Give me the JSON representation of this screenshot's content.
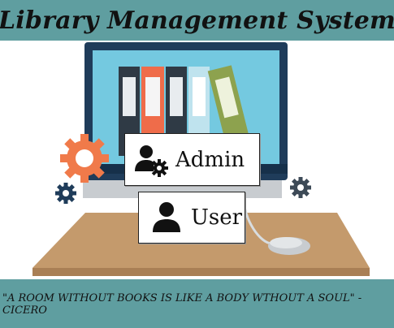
{
  "header": {
    "title": "Library Management System"
  },
  "menu": {
    "admin_label": "Admin",
    "user_label": "User"
  },
  "footer": {
    "quote": "\"A ROOM WITHOUT BOOKS IS LIKE A BODY WTHOUT A SOUL\" - CICERO"
  },
  "icons": {
    "admin": "user-gear-icon",
    "user": "user-icon",
    "gears": "gear-icon"
  },
  "colors": {
    "bar_background": "#5f9ea0",
    "monitor_frame": "#1f3c5a",
    "monitor_screen": "#74c9e0",
    "desk": "#c49a6c",
    "gear_orange": "#f07a4a",
    "gear_navy": "#1f3c5a"
  }
}
